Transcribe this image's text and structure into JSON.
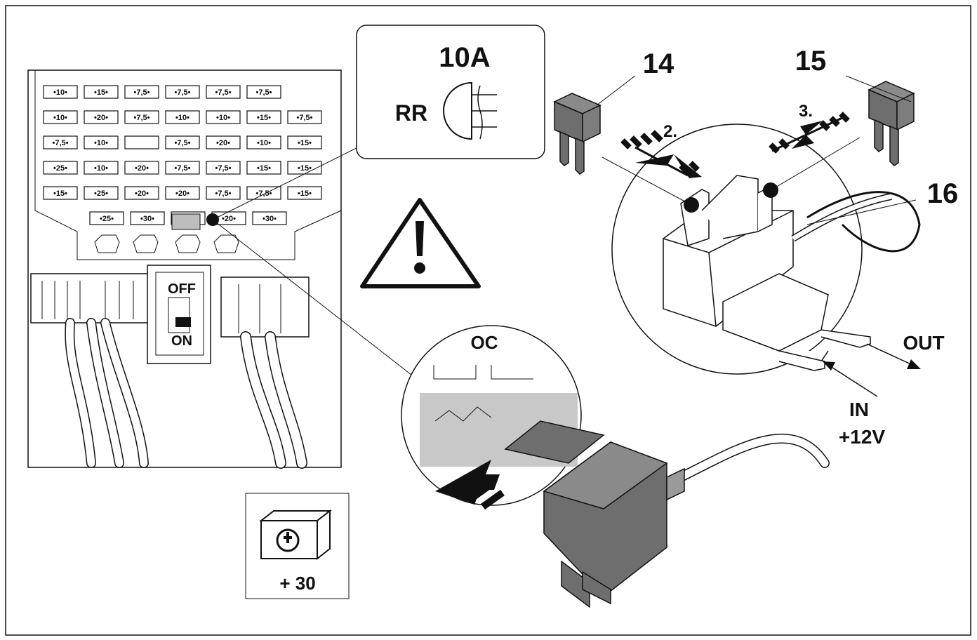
{
  "callout": {
    "rating": "10A",
    "position": "RR"
  },
  "labels": {
    "fuse_14": "14",
    "fuse_15": "15",
    "holder_16": "16",
    "step_2": "2.",
    "step_3": "3.",
    "out": "OUT",
    "in": "IN",
    "voltage": "+12V",
    "switch_off": "OFF",
    "switch_on": "ON",
    "zoom_fragment": "OC"
  },
  "battery": {
    "terminal": "+ 30"
  },
  "fuse_box": {
    "rows": [
      [
        "10",
        "15",
        "7,5",
        "7,5",
        "7,5",
        "7,5"
      ],
      [
        "10",
        "20",
        "7,5",
        "10",
        "10",
        "15",
        "7,5"
      ],
      [
        "7,5",
        "10",
        "",
        "7,5",
        "20",
        "10",
        "15"
      ],
      [
        "25",
        "10",
        "20",
        "7,5",
        "7,5",
        "15",
        "15"
      ],
      [
        "15",
        "25",
        "20",
        "20",
        "7,5",
        "7,5",
        "15"
      ],
      [
        "25",
        "30",
        "",
        "20",
        "30"
      ]
    ]
  },
  "colors": {
    "line": "#111111",
    "component_grey": "#6e6e6e",
    "highlight": "#c8c8c8"
  }
}
